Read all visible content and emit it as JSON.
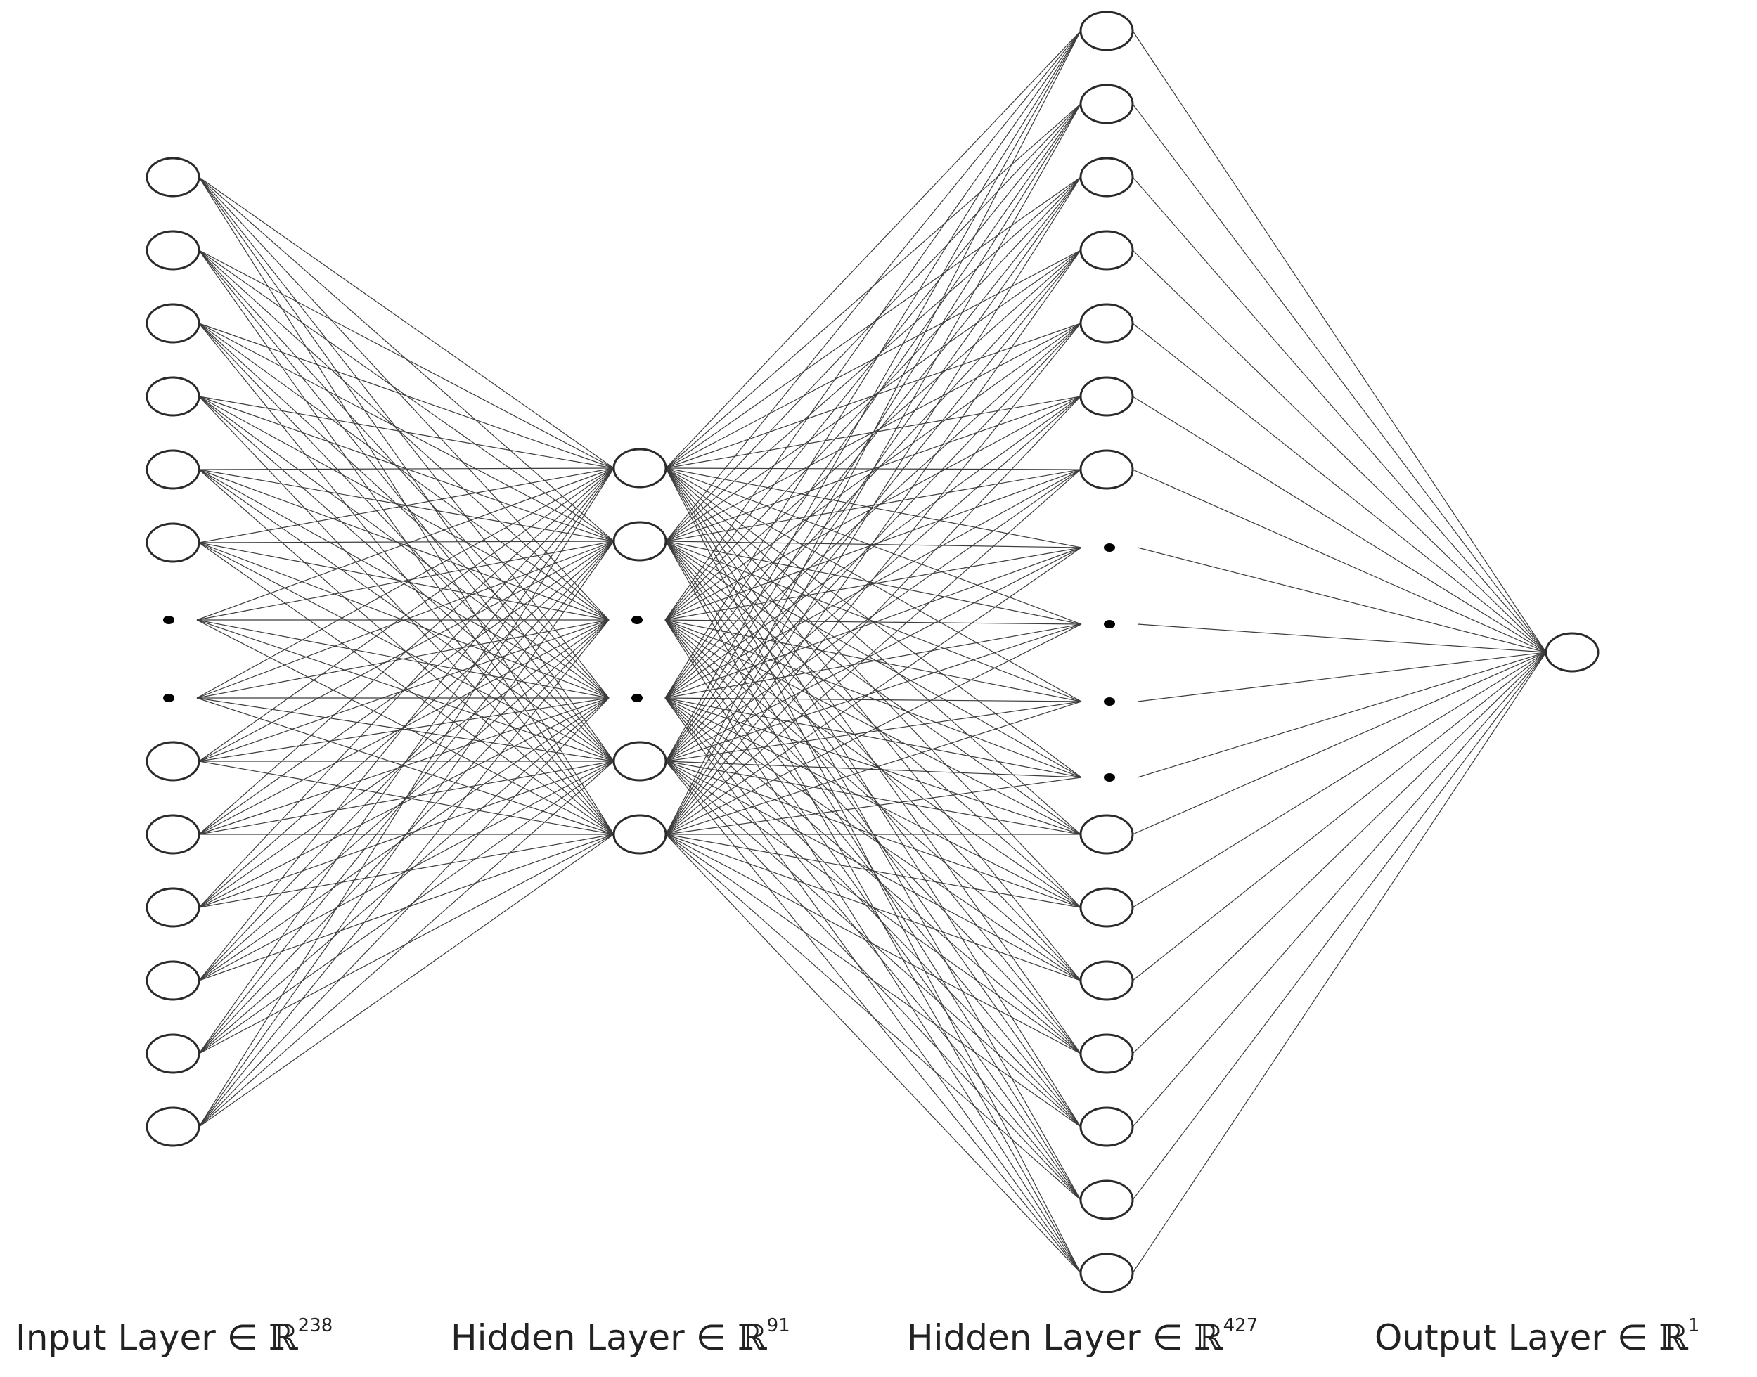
{
  "layers": [
    {
      "id": "input",
      "label": "Input Layer ∈ ",
      "space_symbol": "ℝ",
      "dimension": "238",
      "shown_nodes_above": 6,
      "shown_nodes_below": 6,
      "ellipsis_dots": 2
    },
    {
      "id": "hidden1",
      "label": "Hidden Layer ∈ ",
      "space_symbol": "ℝ",
      "dimension": "91",
      "shown_nodes_above": 2,
      "shown_nodes_below": 2,
      "ellipsis_dots": 2
    },
    {
      "id": "hidden2",
      "label": "Hidden Layer ∈ ",
      "space_symbol": "ℝ",
      "dimension": "427",
      "shown_nodes_above": 7,
      "shown_nodes_below": 7,
      "ellipsis_dots": 4
    },
    {
      "id": "output",
      "label": "Output Layer ∈ ",
      "space_symbol": "ℝ",
      "dimension": "1",
      "shown_nodes_above": 1,
      "shown_nodes_below": 0,
      "ellipsis_dots": 0
    }
  ],
  "colors": {
    "node_stroke": "#2a2a2a",
    "node_fill": "#ffffff",
    "edge": "#3c3c3c",
    "dot": "#000000",
    "text": "#222222"
  }
}
